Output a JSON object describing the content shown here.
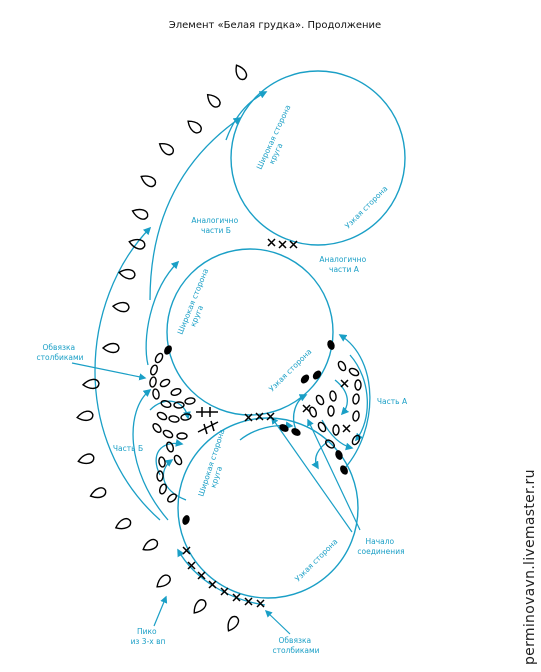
{
  "title": "Элемент «Белая грудка». Продолжение",
  "watermark": "perminovavn.livemaster.ru",
  "colors": {
    "accent": "#1a9fc6",
    "stitch": "#000000"
  },
  "labels": {
    "wide_side_top": [
      "Широкая сторона",
      "круга"
    ],
    "narrow_side_top": "Узкая сторона",
    "similar_b": [
      "Аналогично",
      "части Б"
    ],
    "similar_a": [
      "Аналогично",
      "части А"
    ],
    "wide_side_mid": [
      "Широкая сторона",
      "круга"
    ],
    "narrow_side_mid": "Узкая сторона",
    "edging_top": [
      "Обвязка",
      "столбиками"
    ],
    "part_b": "Часть Б",
    "part_a": "Часть А",
    "wide_side_bottom": [
      "Широкая сторона",
      "круга"
    ],
    "narrow_side_bottom": "Узкая сторона",
    "join_start": [
      "Начало",
      "соединения"
    ],
    "picot": [
      "Пико",
      "из 3-х вп"
    ],
    "edging_bottom": [
      "Обвязка",
      "столбиками"
    ]
  }
}
